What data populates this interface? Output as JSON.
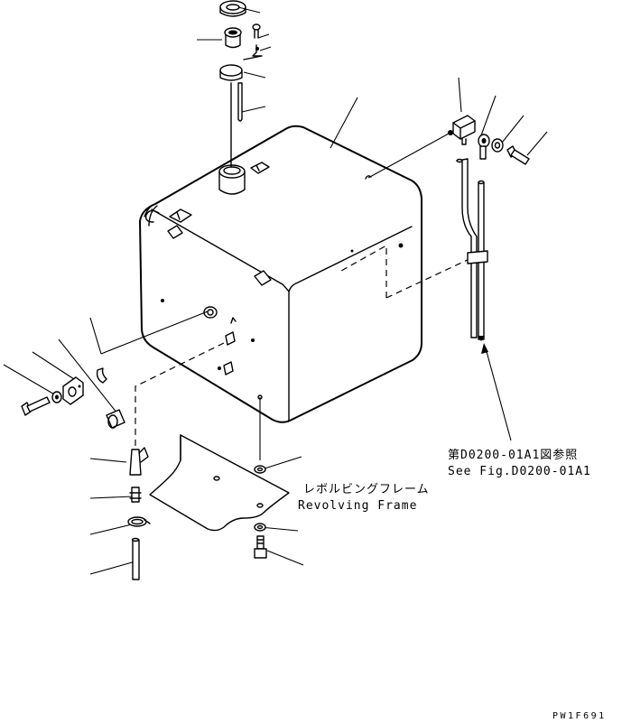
{
  "reference_note": {
    "line1": "第D0200-01A1図参照",
    "line2": "See Fig.D0200-01A1"
  },
  "frame_label": {
    "line1": "レボルビングフレーム",
    "line2": "Revolving Frame"
  },
  "drawing_code": "PW1F691",
  "colors": {
    "ink": "#000000",
    "paper": "#ffffff"
  }
}
